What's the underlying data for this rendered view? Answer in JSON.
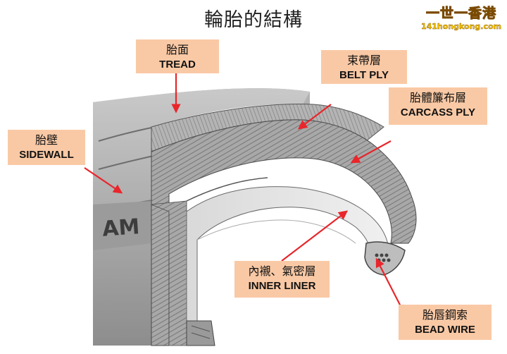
{
  "title": "輪胎的結構",
  "watermark": {
    "main": "一世一香港",
    "sub": "141hongkong.com"
  },
  "labels": {
    "tread": {
      "zh": "胎面",
      "en": "TREAD"
    },
    "belt_ply": {
      "zh": "束帶層",
      "en": "BELT PLY"
    },
    "carcass_ply": {
      "zh": "胎體簾布層",
      "en": "CARCASS PLY"
    },
    "sidewall": {
      "zh": "胎壁",
      "en": "SIDEWALL"
    },
    "inner_liner": {
      "zh": "內襯、氣密層",
      "en": "INNER LINER"
    },
    "bead_wire": {
      "zh": "胎唇鋼索",
      "en": "BEAD WIRE"
    }
  },
  "sidewall_text": "AM",
  "colors": {
    "label_bg": "#f9c9a5",
    "arrow": "#e8262b"
  }
}
